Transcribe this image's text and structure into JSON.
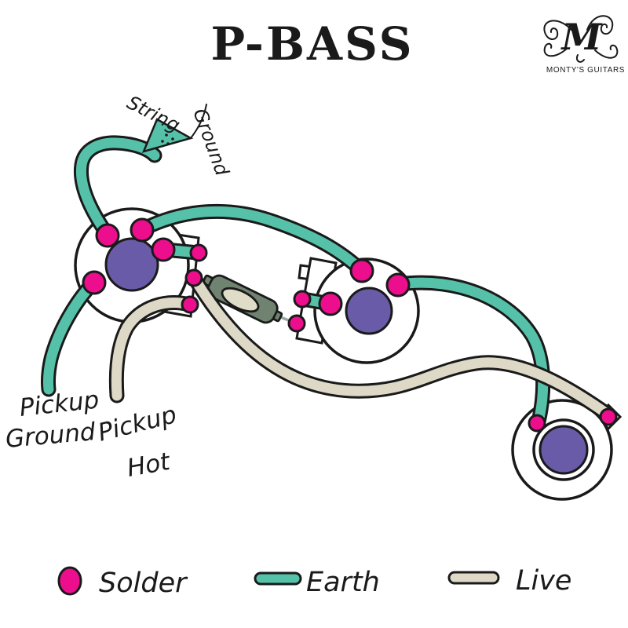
{
  "title": "P-BASS",
  "logo": {
    "monogram": "M",
    "name": "MONTY'S GUITARS"
  },
  "annotations": {
    "string_ground": {
      "word1": "String",
      "word2": "Ground"
    },
    "pickup_ground": {
      "word1": "Pickup",
      "word2": "Ground"
    },
    "pickup_hot": {
      "word1": "Pickup",
      "word2": "Hot"
    }
  },
  "legend": {
    "solder_label": "Solder",
    "earth_label": "Earth",
    "live_label": "Live"
  },
  "colors": {
    "solder": "#EC0E8C",
    "earth": "#56C1A9",
    "live": "#DED9C6",
    "knob": "#6A5BA8",
    "capacitor": "#6F8370",
    "capacitor_label": "#DFDCC7",
    "outline": "#1A1A1A"
  }
}
